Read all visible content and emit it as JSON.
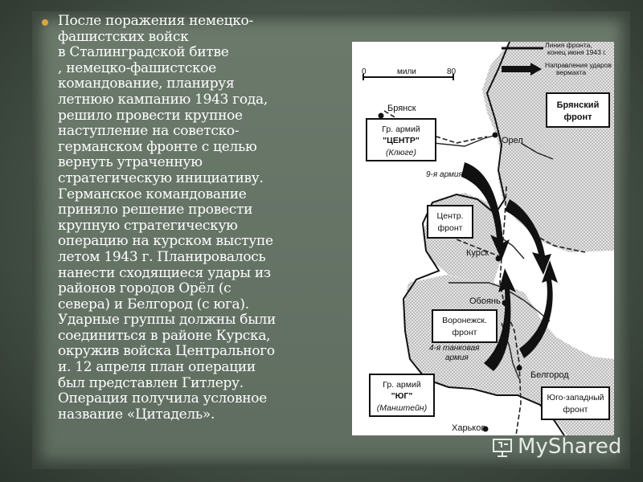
{
  "slide": {
    "body_text": "После поражения немецко-\nфашистских войск\nв Сталинградской битве\n, немецко-фашистское\nкомандование, планируя\nлетнюю кампанию 1943 года,\nрешило провести крупное\nнаступление на советско-\nгерманском фронте с целью\nвернуть утраченную\nстратегическую инициативу.\nГерманское командование\nприняло решение провести\nкрупную стратегическую\nоперацию на курском выступе\nлетом 1943 г. Планировалось\nнанести сходящиеся удары из\nрайонов городов Орёл (с\nсевера) и Белгород (с юга).\nУдарные группы должны были\nсоединиться в районе Курска,\nокружив войска Центрального\nи. 12 апреля план операции\nбыл представлен Гитлеру.\nОперация получила условное\nназвание «Цитадель»."
  },
  "map": {
    "legend": {
      "front_line_1": "Линия фронта,",
      "front_line_2": "конец июня 1943 г.",
      "attack_1": "Направления ударов",
      "attack_2": "вермахта"
    },
    "scale": {
      "zero": "0",
      "unit": "мили",
      "max": "80"
    },
    "cities": {
      "bryansk": "Брянск",
      "orel": "Орел",
      "kursk": "Курск",
      "oboyan": "Обоянь",
      "belgorod": "Белгород",
      "kharkov": "Харьков"
    },
    "army_labels": {
      "ninth_army": "9-я армия",
      "fourth_panzer_1": "4-я танковая",
      "fourth_panzer_2": "армия"
    },
    "boxes": {
      "bryansk_front_1": "Брянский",
      "bryansk_front_2": "фронт",
      "center_group_1": "Гр. армий",
      "center_group_2": "\"ЦЕНТР\"",
      "center_group_3": "(Клюге)",
      "central_front_1": "Центр.",
      "central_front_2": "фронт",
      "voronezh_front_1": "Воронежск.",
      "voronezh_front_2": "фронт",
      "south_group_1": "Гр. армий",
      "south_group_2": "\"ЮГ\"",
      "south_group_3": "(Манштейн)",
      "sw_front_1": "Юго-западный",
      "sw_front_2": "фронт"
    }
  },
  "watermark": {
    "text": "MyShared"
  }
}
